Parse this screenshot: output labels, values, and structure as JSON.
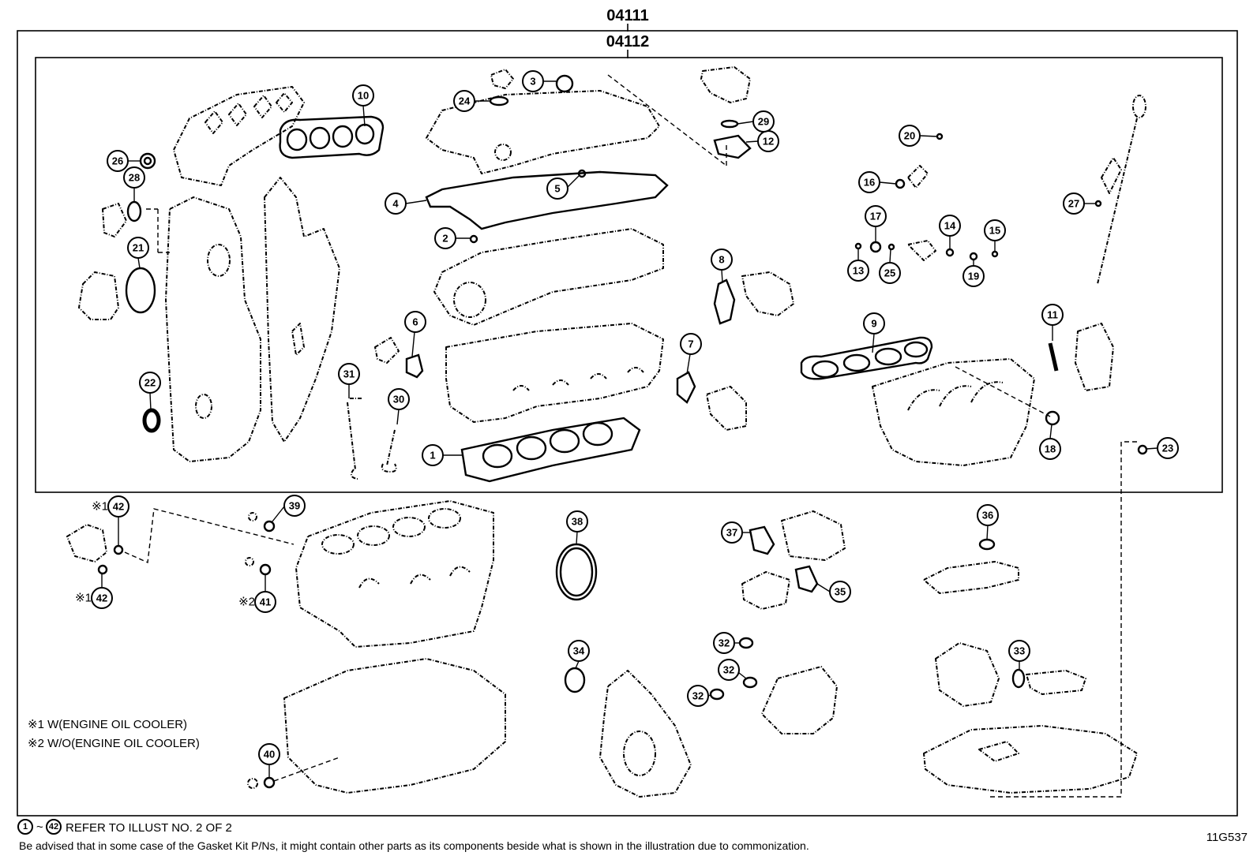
{
  "kit_outer": "04111",
  "kit_inner": "04112",
  "callouts": [
    "1",
    "2",
    "3",
    "4",
    "5",
    "6",
    "7",
    "8",
    "9",
    "10",
    "11",
    "12",
    "13",
    "14",
    "15",
    "16",
    "17",
    "18",
    "19",
    "20",
    "21",
    "22",
    "23",
    "24",
    "25",
    "26",
    "27",
    "28",
    "29",
    "30",
    "31",
    "32",
    "32",
    "32",
    "33",
    "34",
    "35",
    "36",
    "37",
    "38",
    "39",
    "40",
    "41",
    "42",
    "42"
  ],
  "marks": {
    "m1a": "※1",
    "m2": "※2",
    "m1b": "※1"
  },
  "notes": {
    "line1": "※1 W(ENGINE OIL COOLER)",
    "line2": "※2 W/O(ENGINE OIL COOLER)"
  },
  "footer": {
    "range_start": "1",
    "range_end": "42",
    "range_sep": "~",
    "range_text": "REFER TO ILLUST NO. 2 OF 2",
    "advice": "Be advised that in some case of the Gasket Kit P/Ns,  it might contain other parts as its components beside what is shown in the illustration due to commonization.",
    "illus_code": "11G537"
  }
}
